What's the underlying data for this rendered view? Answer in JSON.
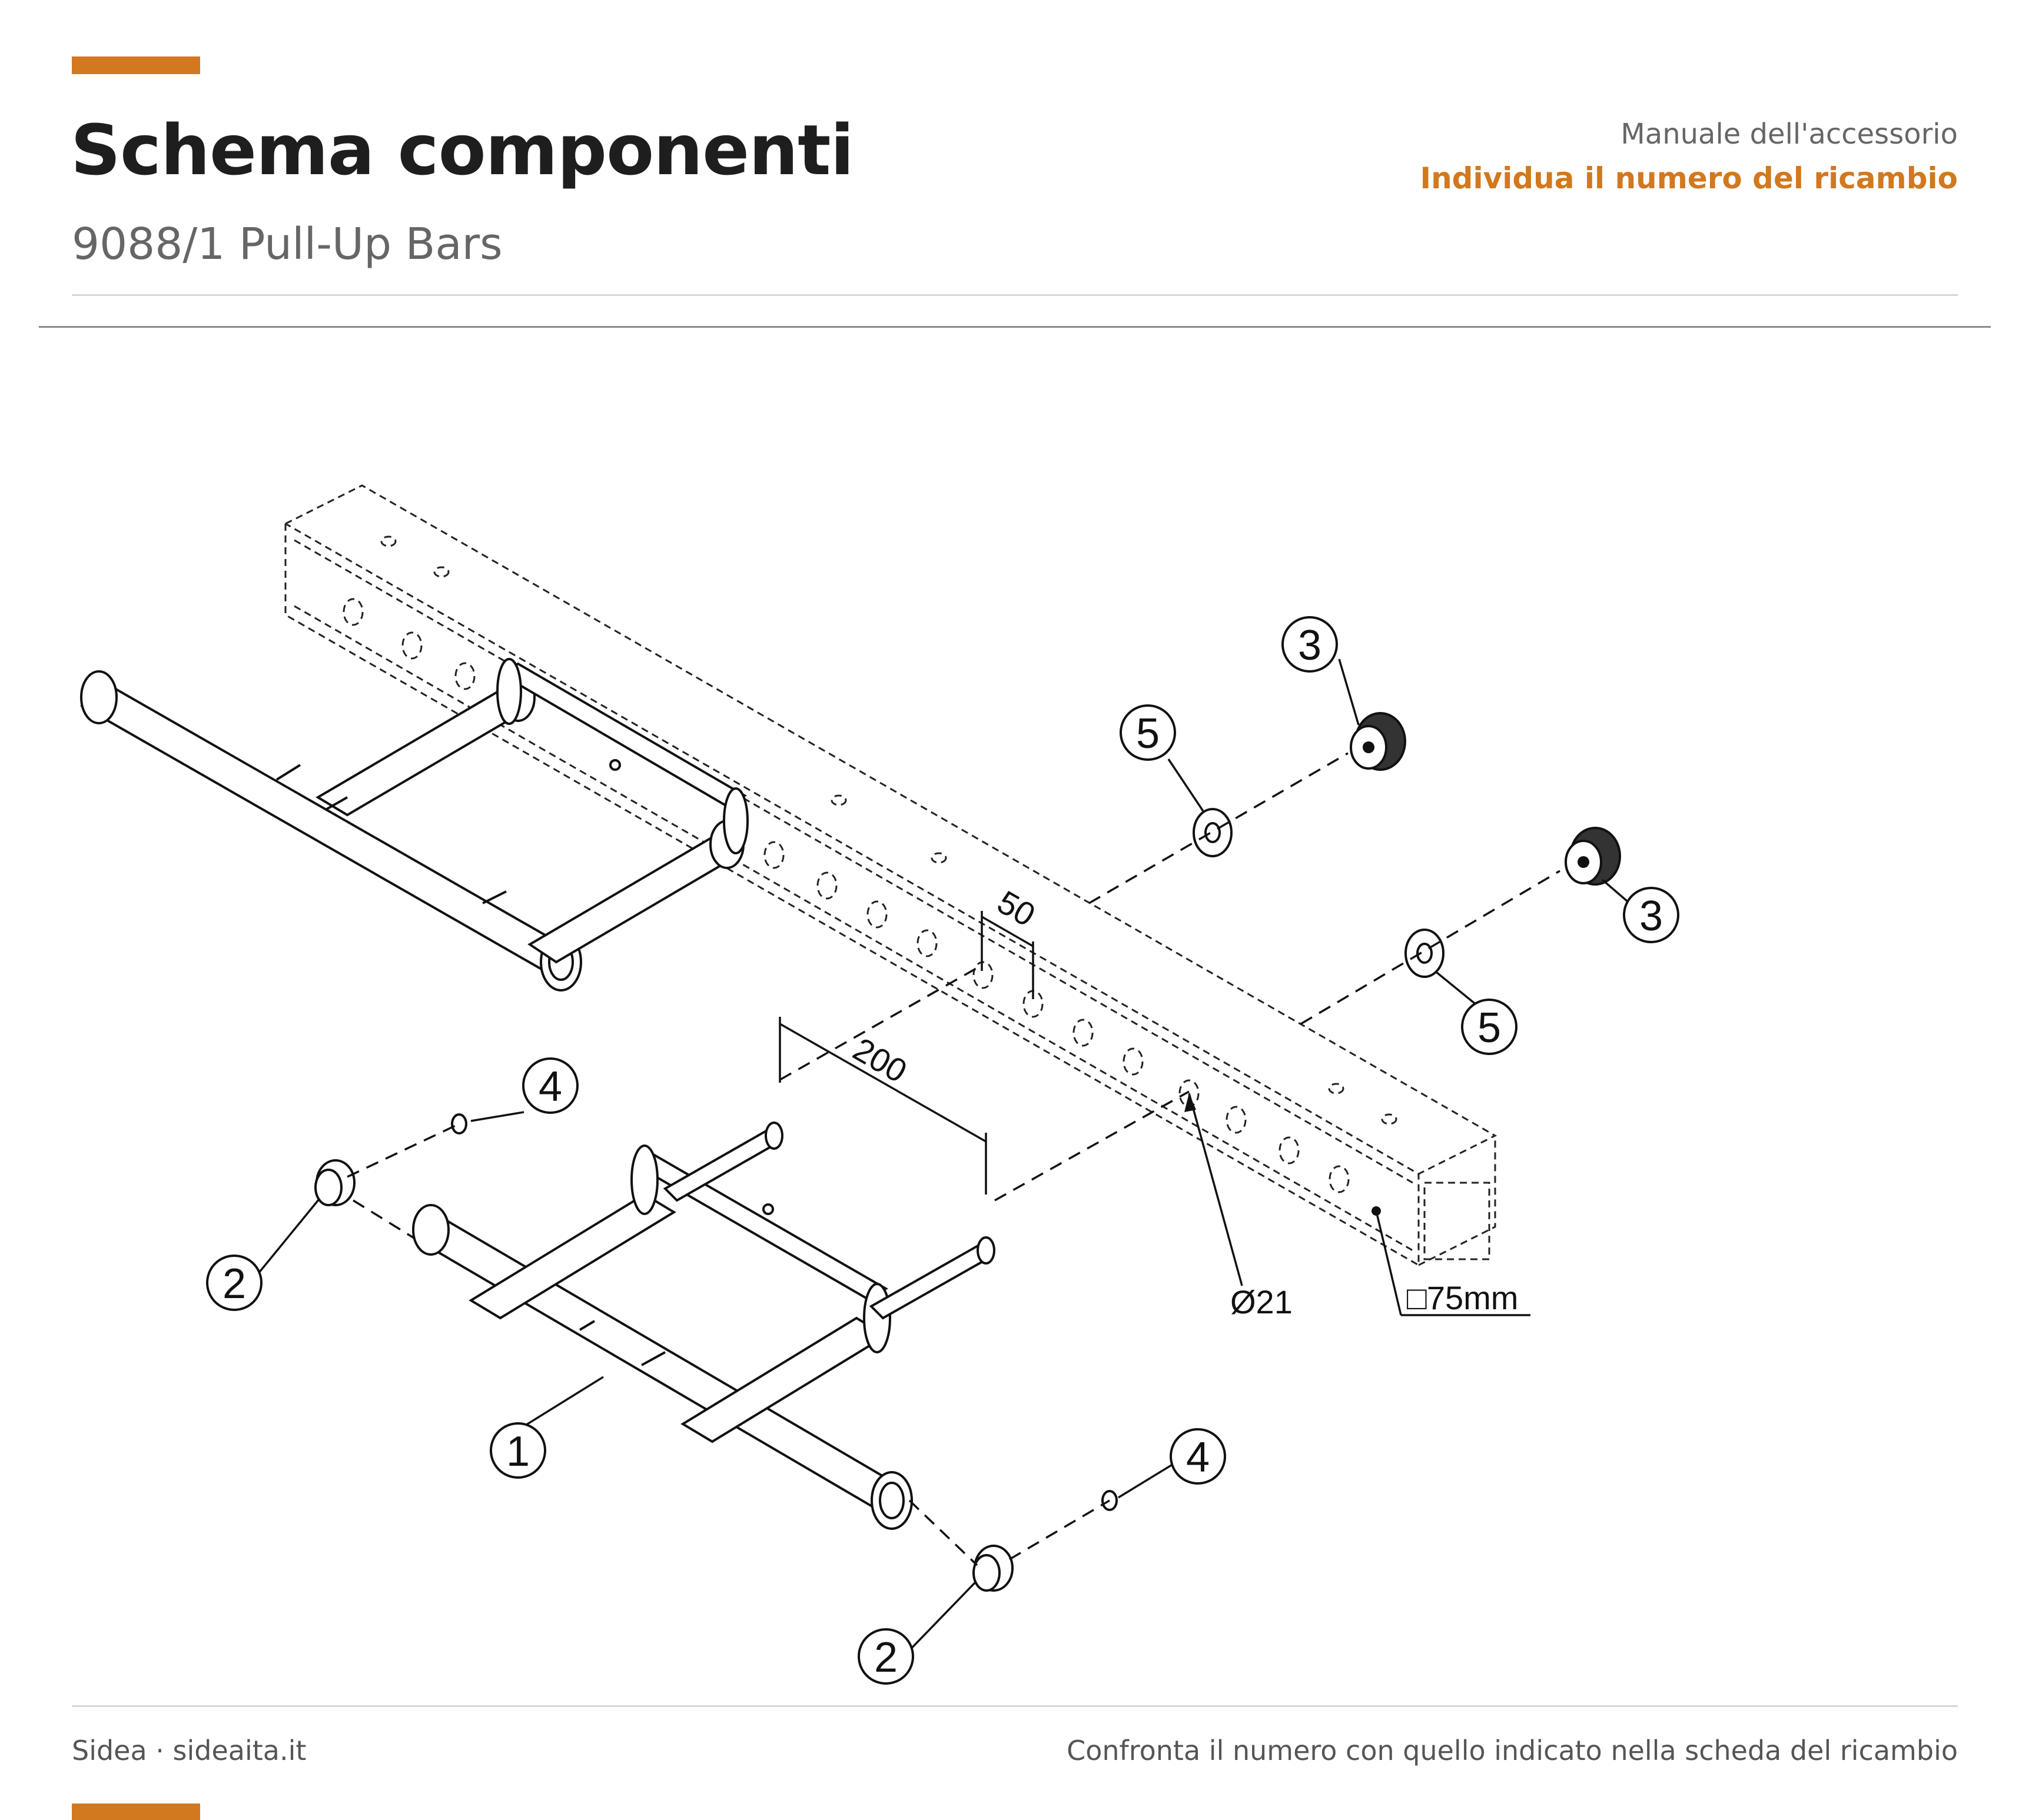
{
  "header": {
    "title": "Schema componenti",
    "subtitle": "9088/1 Pull-Up Bars",
    "manual_label": "Manuale dell'accessorio",
    "cta": "Individua il numero del ricambio"
  },
  "footer": {
    "brand": "Sidea · sideaita.it",
    "note": "Confronta il numero con quello indicato nella scheda del ricambio"
  },
  "colors": {
    "accent": "#d2781e",
    "text_dark": "#1e1e1e",
    "text_muted": "#666666"
  },
  "diagram": {
    "callouts": [
      "1",
      "2",
      "2",
      "3",
      "3",
      "4",
      "4",
      "5",
      "5"
    ],
    "dimensions": {
      "hole_spacing": "50",
      "bar_spacing": "200",
      "hole_diameter": "Ø21",
      "tube_section": "□75mm"
    }
  }
}
